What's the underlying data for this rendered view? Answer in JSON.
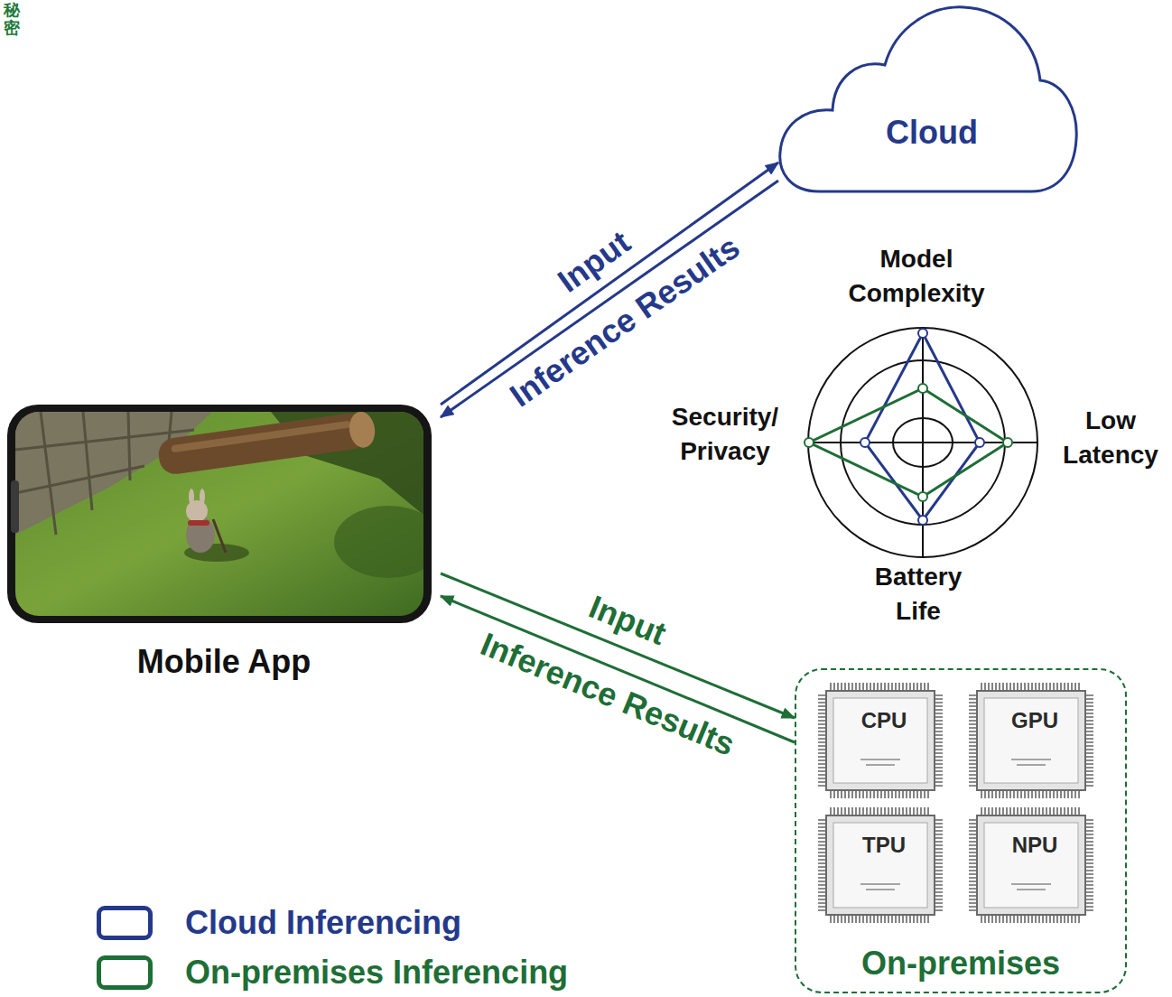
{
  "diagram": {
    "nodes": [
      {
        "text": [
          "Cloud"
        ]
      },
      {
        "text": [
          "Mobile App"
        ]
      },
      {
        "text": [
          "On-premises"
        ]
      },
      {
        "text": [
          "CPU"
        ],
        "in": 2
      },
      {
        "text": [
          "GPU"
        ],
        "in": 2
      },
      {
        "text": [
          "TPU"
        ],
        "in": 2
      },
      {
        "text": [
          "NPU"
        ],
        "in": 2
      }
    ],
    "edges": [
      {
        "from": 1,
        "to": 0,
        "label": "Input",
        "arrow": "to"
      },
      {
        "from": 0,
        "to": 1,
        "label": "Inference Results",
        "arrow": "to"
      },
      {
        "from": 1,
        "to": 2,
        "label": "Input",
        "arrow": "to"
      },
      {
        "from": 2,
        "to": 1,
        "label": "Inference Results",
        "arrow": "to"
      }
    ],
    "labels": [
      "秘密",
      "Model Complexity",
      "Security/ Privacy",
      "Low Latency",
      "Battery Life"
    ],
    "legend": [
      {
        "text": "Cloud Inferencing",
        "color": "#25398a"
      },
      {
        "text": "On-premises Inferencing",
        "color": "#1e6e36"
      }
    ]
  }
}
